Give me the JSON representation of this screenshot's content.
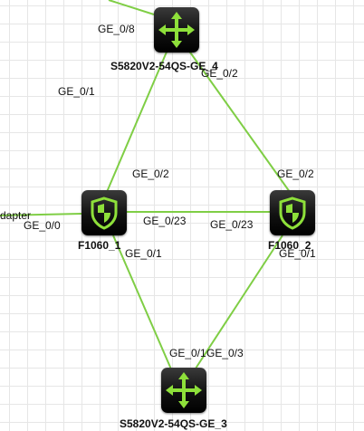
{
  "colors": {
    "link": "#7fce45",
    "icon": "#8ee03a",
    "node_bg": "#111111",
    "grid": "#e6e6e6",
    "text": "#111111"
  },
  "nodes": {
    "top_switch": {
      "name": "S5820V2-54QS-GE_4",
      "icon": "router-arrows-icon"
    },
    "bottom_switch": {
      "name": "S5820V2-54QS-GE_3",
      "icon": "router-arrows-icon"
    },
    "fw1": {
      "name": "F1060_1",
      "icon": "shield-icon"
    },
    "fw2": {
      "name": "F1060_2",
      "icon": "shield-icon"
    },
    "offscreen_left": {
      "name_fragment": "dapter"
    }
  },
  "ports": {
    "top_ge08": "GE_0/8",
    "top_ge01": "GE_0/1",
    "top_ge02": "GE_0/2",
    "fw1_ge02": "GE_0/2",
    "fw1_ge00": "GE_0/0",
    "fw1_ge023": "GE_0/23",
    "fw1_ge01": "GE_0/1",
    "fw2_ge02": "GE_0/2",
    "fw2_ge023": "GE_0/23",
    "fw2_ge01": "GE_0/1",
    "bottom_ge01": "GE_0/1",
    "bottom_ge03": "GE_0/3"
  }
}
